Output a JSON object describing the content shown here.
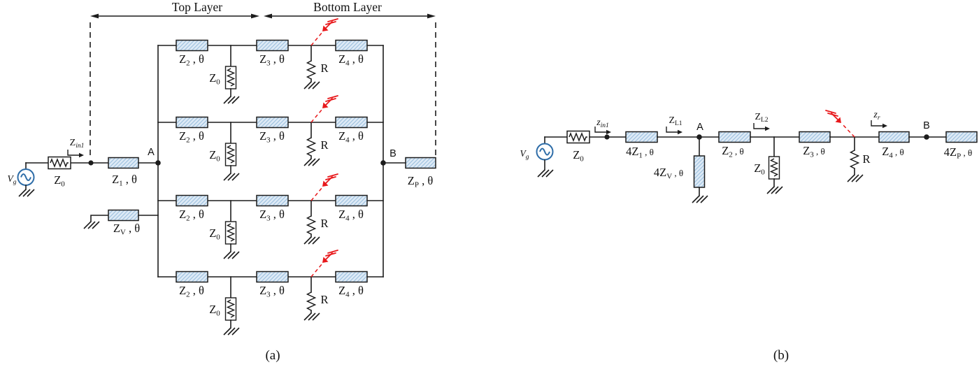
{
  "colors": {
    "wire": "#1c1c1c",
    "block_fill": "#ddeaf6",
    "block_hatch": "#9cc0de",
    "antenna_red": "#e8191c",
    "source_blue": "#2e6da8"
  },
  "captions": {
    "a": "(a)",
    "b": "(b)"
  },
  "a": {
    "top_layer": "Top Layer",
    "bottom_layer": "Bottom Layer",
    "vg": {
      "base": "V",
      "sub": "g"
    },
    "z0_src": {
      "base": "Z",
      "sub": "0"
    },
    "zin1": {
      "base": "Z",
      "sub": "in1"
    },
    "z1": {
      "base": "Z",
      "sub": "1",
      "suffix": " , θ"
    },
    "node_a": "A",
    "node_b": "B",
    "zv": {
      "base": "Z",
      "sub": "V",
      "suffix": " , θ"
    },
    "zp": {
      "base": "Z",
      "sub": "P",
      "suffix": " , θ"
    },
    "row": {
      "z2": {
        "base": "Z",
        "sub": "2",
        "suffix": " , θ"
      },
      "z0": {
        "base": "Z",
        "sub": "0"
      },
      "z3": {
        "base": "Z",
        "sub": "3",
        "suffix": " , θ"
      },
      "r": "R",
      "z4": {
        "base": "Z",
        "sub": "4",
        "suffix": " , θ"
      }
    }
  },
  "b": {
    "vg": {
      "base": "V",
      "sub": "g"
    },
    "z0_src": {
      "base": "Z",
      "sub": "0"
    },
    "zin1": {
      "base": "z",
      "sub": "in1"
    },
    "z1": {
      "base": "4Z",
      "sub": "1",
      "suffix": " , θ"
    },
    "zl1": {
      "base": "Z",
      "sub": "L1"
    },
    "node_a": "A",
    "zv": {
      "base": "4Z",
      "sub": "V",
      "suffix": " , θ"
    },
    "z2": {
      "base": "Z",
      "sub": "2",
      "suffix": " , θ"
    },
    "zl2": {
      "base": "Z",
      "sub": "L2"
    },
    "z0_shunt": {
      "base": "Z",
      "sub": "0"
    },
    "z3": {
      "base": "Z",
      "sub": "3",
      "suffix": " , θ"
    },
    "r": "R",
    "zr": {
      "base": "z",
      "sub": "r"
    },
    "z4": {
      "base": "Z",
      "sub": "4",
      "suffix": " , θ"
    },
    "node_b": "B",
    "zp": {
      "base": "4Z",
      "sub": "P",
      "suffix": " , θ"
    }
  }
}
